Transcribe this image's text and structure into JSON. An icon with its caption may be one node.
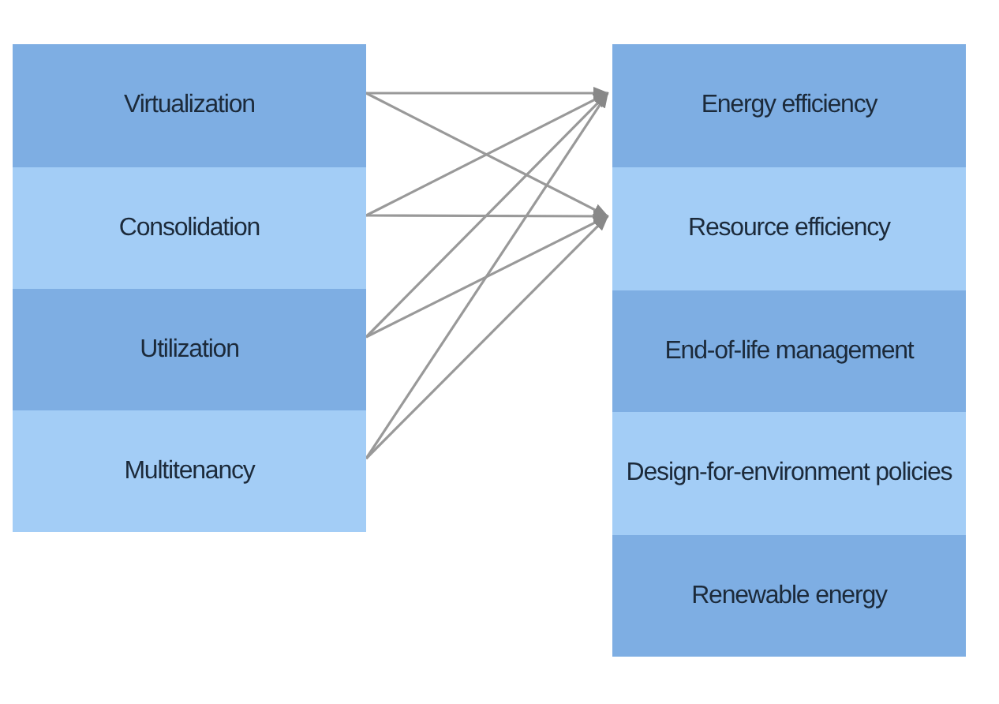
{
  "diagram": {
    "nodes": [
      {
        "text": [
          "Virtualization"
        ]
      },
      {
        "text": [
          "Consolidation"
        ]
      },
      {
        "text": [
          "Utilization"
        ]
      },
      {
        "text": [
          "Multitenancy"
        ]
      },
      {
        "text": [
          "Energy efficiency"
        ]
      },
      {
        "text": [
          "Resource efficiency"
        ]
      },
      {
        "text": [
          "End-of-life management"
        ]
      },
      {
        "text": [
          "Design-for-environment policies"
        ]
      },
      {
        "text": [
          "Renewable energy"
        ]
      }
    ],
    "edges": [
      {
        "from": 0,
        "to": 4,
        "arrow": "to"
      },
      {
        "from": 0,
        "to": 5,
        "arrow": "to"
      },
      {
        "from": 1,
        "to": 4,
        "arrow": "to"
      },
      {
        "from": 1,
        "to": 5,
        "arrow": "to"
      },
      {
        "from": 2,
        "to": 4,
        "arrow": "to"
      },
      {
        "from": 2,
        "to": 5,
        "arrow": "to"
      },
      {
        "from": 3,
        "to": 4,
        "arrow": "to"
      },
      {
        "from": 3,
        "to": 5,
        "arrow": "to"
      }
    ]
  }
}
